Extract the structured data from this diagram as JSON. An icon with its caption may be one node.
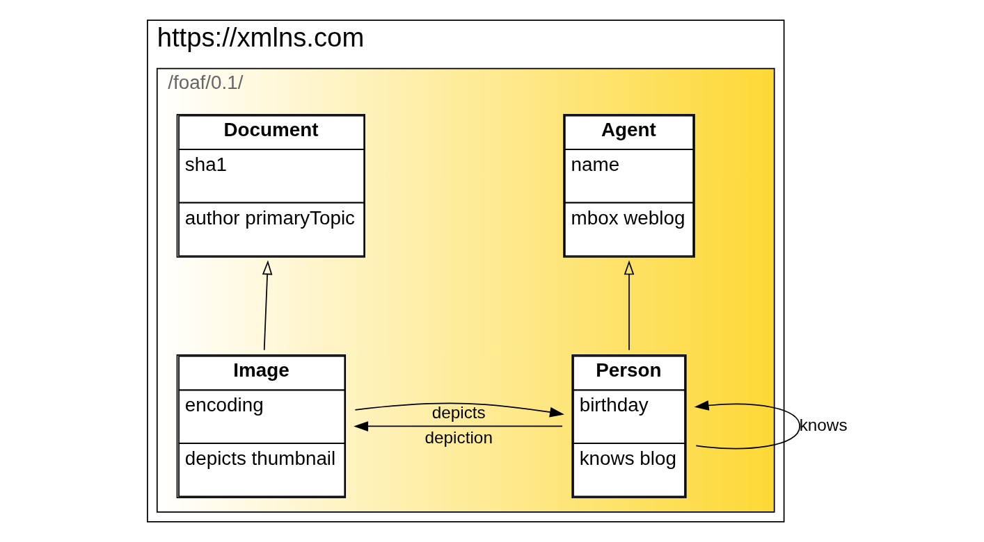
{
  "diagram": {
    "nodes": [
      {
        "text": [
          "https://xmlns.com"
        ]
      },
      {
        "text": [
          "/foaf/0.1/"
        ],
        "in": 0
      },
      {
        "text": [
          "Agent",
          "name",
          "mbox weblog"
        ],
        "in": 1
      },
      {
        "text": [
          "Document",
          "sha1",
          "author primaryTopic"
        ],
        "in": 1
      },
      {
        "text": [
          "Person",
          "birthday",
          "knows blog"
        ],
        "in": 1
      },
      {
        "text": [
          "Image",
          "encoding",
          "depicts thumbnail"
        ],
        "in": 1
      }
    ],
    "edges": [
      {
        "from": 4,
        "to": 2,
        "arrow": "to"
      },
      {
        "from": 5,
        "to": 3,
        "arrow": "to"
      },
      {
        "from": 4,
        "to": 4,
        "arrow": "to",
        "label": "knows"
      },
      {
        "from": 4,
        "to": 5,
        "arrow": "to",
        "label": "depiction"
      },
      {
        "from": 5,
        "to": 4,
        "arrow": "to",
        "label": "depicts"
      }
    ]
  }
}
